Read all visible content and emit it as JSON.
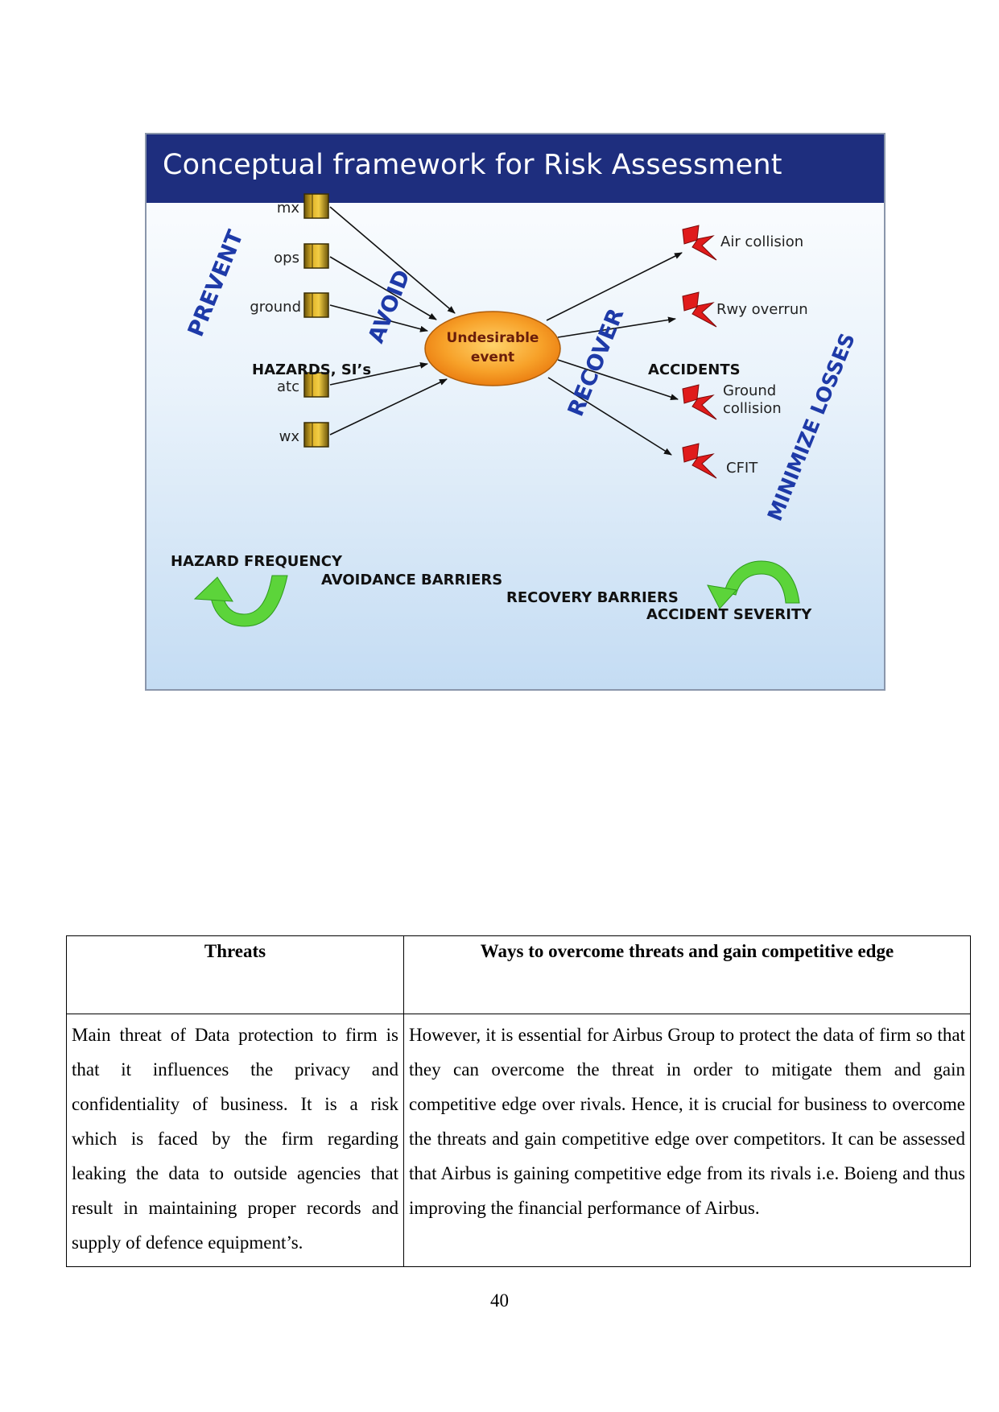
{
  "figure": {
    "title": "Conceptual framework for Risk Assessment",
    "hazards": [
      "mx",
      "ops",
      "ground",
      "atc",
      "wx"
    ],
    "hazards_label": "HAZARDS, SI’s",
    "center_event": [
      "Undesirable",
      "event"
    ],
    "accidents": [
      {
        "lines": [
          "Air collision"
        ]
      },
      {
        "lines": [
          "Rwy overrun"
        ]
      },
      {
        "lines": [
          "Ground",
          "collision"
        ]
      },
      {
        "lines": [
          "CFIT"
        ]
      }
    ],
    "accidents_label": "ACCIDENTS",
    "stage_labels": {
      "prevent": "PREVENT",
      "avoid": "AVOID",
      "recover": "RECOVER",
      "minimize": "MINIMIZE LOSSES"
    },
    "bottom_labels": {
      "hazard_frequency": "HAZARD FREQUENCY",
      "avoidance_barriers": "AVOIDANCE BARRIERS",
      "recovery_barriers": "RECOVERY BARRIERS",
      "accident_severity": "ACCIDENT SEVERITY"
    },
    "colors": {
      "header": "#1e2e7e",
      "stage_text": "#1e3aa8",
      "event_fill": "#f59a1e",
      "lightning": "#e01b1b",
      "arrow_green": "#5cd43a"
    }
  },
  "table": {
    "headers": [
      "Threats",
      "Ways to overcome threats and gain competitive edge"
    ],
    "rows": [
      [
        "Main threat of Data protection to firm is that it influences the privacy and confidentiality of business. It is a risk which is faced by the firm regarding leaking the data to outside agencies that result in maintaining proper records and supply of defence equipment’s.",
        "However, it is essential for Airbus Group to protect the data of firm so that they can overcome the threat in order to mitigate them and gain competitive edge over rivals. Hence, it is crucial for business to overcome the threats and gain competitive edge over competitors. It can be assessed that Airbus is gaining competitive edge from its rivals i.e. Boieng and thus improving the financial performance of Airbus."
      ]
    ]
  },
  "page_number": "40"
}
